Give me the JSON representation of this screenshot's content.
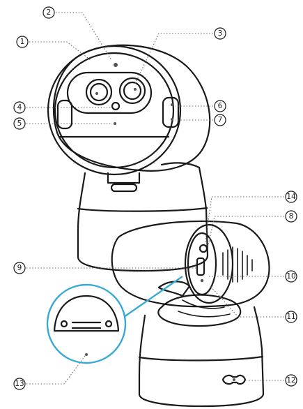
{
  "callouts": [
    "1",
    "2",
    "3",
    "4",
    "5",
    "6",
    "7",
    "8",
    "9",
    "10",
    "11",
    "12",
    "13",
    "14"
  ],
  "colors": {
    "outline": "#1a1a1a",
    "leader": "#666666",
    "accent": "#39a9d8",
    "background": "#ffffff"
  }
}
